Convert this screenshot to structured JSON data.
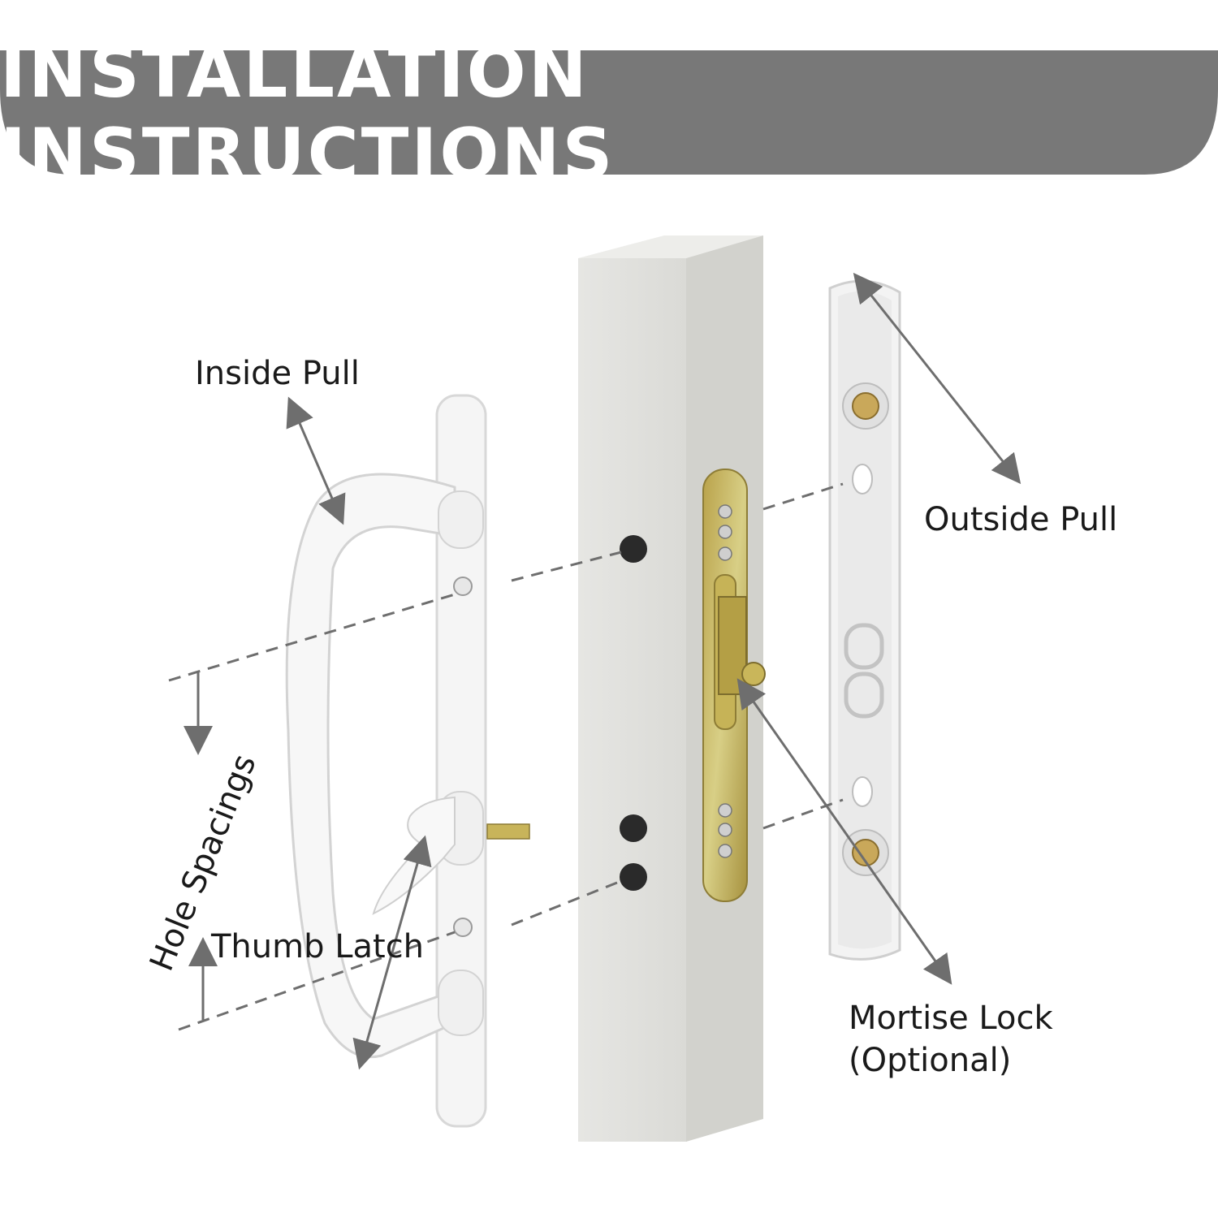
{
  "banner": {
    "title": "INSTALLATION INSTRUCTIONS",
    "color": "#787878"
  },
  "labels": {
    "inside_pull": "Inside Pull",
    "outside_pull": "Outside Pull",
    "hole_spacings": "Hole Spacings",
    "thumb_latch": "Thumb Latch",
    "mortise_lock_line1": "Mortise Lock",
    "mortise_lock_line2": "(Optional)"
  },
  "colors": {
    "hardware": "#f4f4f4",
    "door_edge": "#e4e4df",
    "plate": "#c7b85a",
    "guide_line": "#6e6e6e"
  }
}
